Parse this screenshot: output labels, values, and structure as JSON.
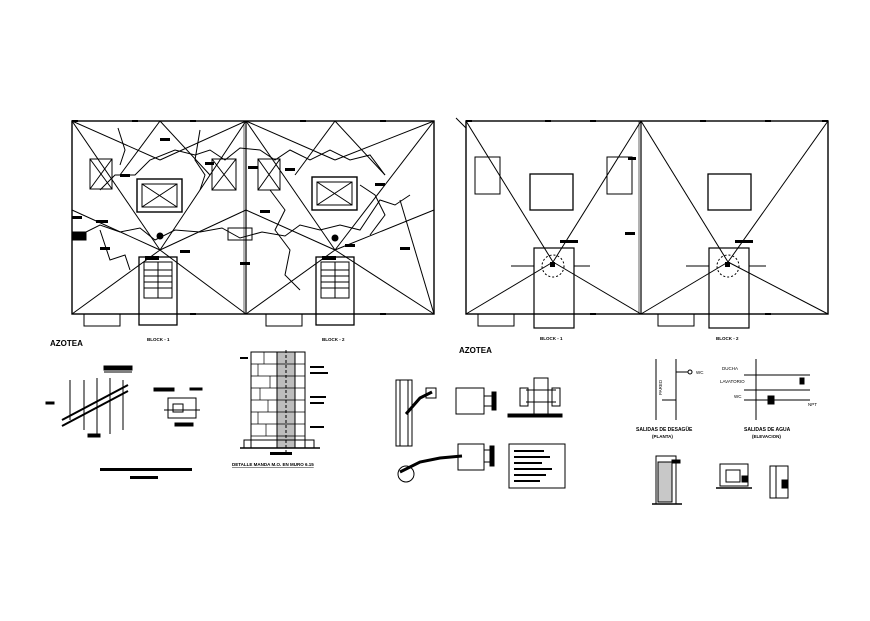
{
  "plans": {
    "left": {
      "title": "AZOTEA",
      "block_1": "BLOCK - 1",
      "block_2": "BLOCK - 2"
    },
    "right": {
      "title": "AZOTEA",
      "block_1": "BLOCK - 1",
      "block_2": "BLOCK - 2"
    }
  },
  "details": {
    "elevation_small_labels": [
      "PARED",
      "WC",
      "DUCHA",
      "LAVATORIO",
      "WC",
      "NPT"
    ],
    "desague_title": "SALIDAS DE DESAGÜE",
    "desague_sub": "(PLANTA)",
    "agua_title": "SALIDAS DE AGUA",
    "agua_sub": "(ELEVACION)",
    "masonry_caption": "DETALLE MANDA M.O. EN MURO 6.15"
  }
}
